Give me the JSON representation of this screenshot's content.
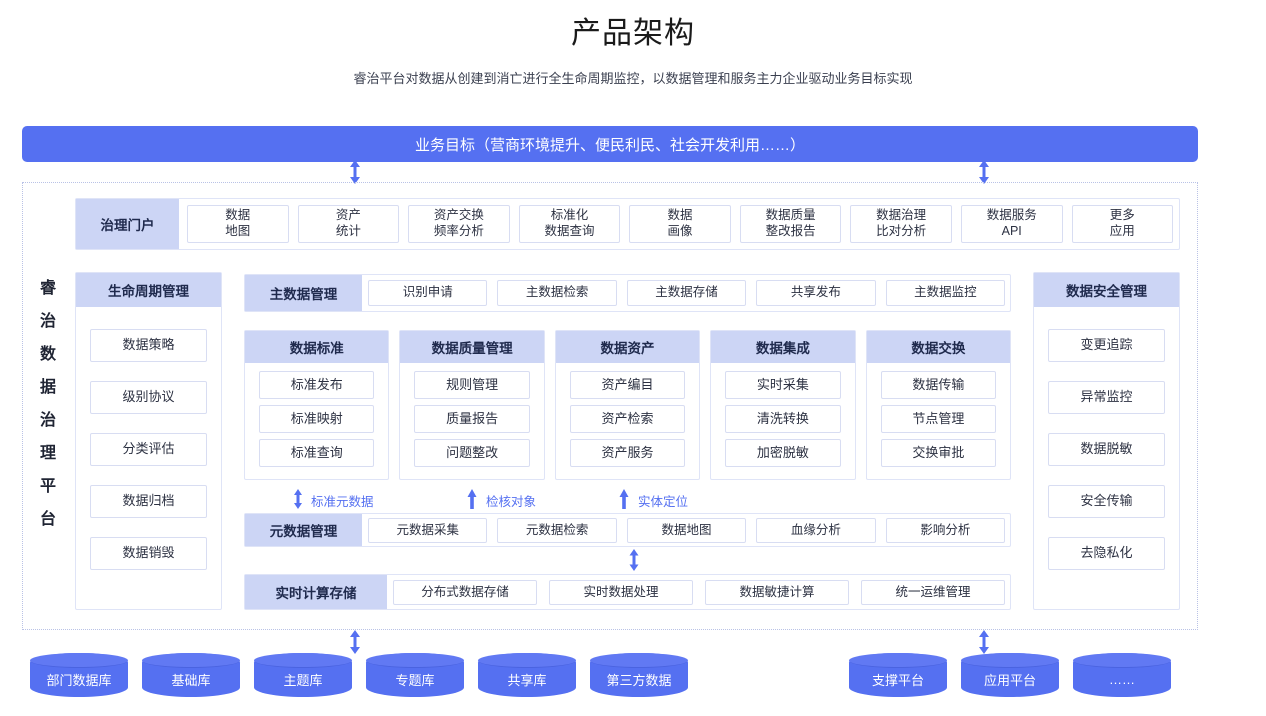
{
  "header": {
    "title": "产品架构",
    "subtitle": "睿治平台对数据从创建到消亡进行全生命周期监控，以数据管理和服务主力企业驱动业务目标实现"
  },
  "goal_bar": {
    "label": "业务目标（营商环境提升、便民利民、社会开发利用……）"
  },
  "platform_label": {
    "chars": [
      "睿",
      "治",
      "数",
      "据",
      "治",
      "理",
      "平",
      "台"
    ]
  },
  "portal_row": {
    "header": "治理门户",
    "items": [
      "数据\n地图",
      "资产\n统计",
      "资产交换\n频率分析",
      "标准化\n数据查询",
      "数据\n画像",
      "数据质量\n整改报告",
      "数据治理\n比对分析",
      "数据服务\nAPI",
      "更多\n应用"
    ]
  },
  "lifecycle": {
    "header": "生命周期管理",
    "items": [
      "数据策略",
      "级别协议",
      "分类评估",
      "数据归档",
      "数据销毁"
    ]
  },
  "security": {
    "header": "数据安全管理",
    "items": [
      "变更追踪",
      "异常监控",
      "数据脱敏",
      "安全传输",
      "去隐私化"
    ]
  },
  "master_data": {
    "header": "主数据管理",
    "items": [
      "识别申请",
      "主数据检索",
      "主数据存储",
      "共享发布",
      "主数据监控"
    ]
  },
  "domain_columns": [
    {
      "header": "数据标准",
      "items": [
        "标准发布",
        "标准映射",
        "标准查询"
      ]
    },
    {
      "header": "数据质量管理",
      "items": [
        "规则管理",
        "质量报告",
        "问题整改"
      ]
    },
    {
      "header": "数据资产",
      "items": [
        "资产编目",
        "资产检索",
        "资产服务"
      ]
    },
    {
      "header": "数据集成",
      "items": [
        "实时采集",
        "清洗转换",
        "加密脱敏"
      ]
    },
    {
      "header": "数据交换",
      "items": [
        "数据传输",
        "节点管理",
        "交换审批"
      ]
    }
  ],
  "flow_labels": [
    {
      "text": "标准元数据",
      "icon": "double-arrow-icon"
    },
    {
      "text": "检核对象",
      "icon": "up-arrow-icon"
    },
    {
      "text": "实体定位",
      "icon": "up-arrow-icon"
    }
  ],
  "metadata": {
    "header": "元数据管理",
    "items": [
      "元数据采集",
      "元数据检索",
      "数据地图",
      "血缘分析",
      "影响分析"
    ]
  },
  "realtime": {
    "header": "实时计算存储",
    "items": [
      "分布式数据存储",
      "实时数据处理",
      "数据敏捷计算",
      "统一运维管理"
    ]
  },
  "storage_left": {
    "items": [
      "部门数据库",
      "基础库",
      "主题库",
      "专题库",
      "共享库",
      "第三方数据"
    ]
  },
  "storage_right": {
    "items": [
      "支撑平台",
      "应用平台",
      "……"
    ]
  },
  "colors": {
    "primary_blue": "#5570f1",
    "header_light_blue": "#ccd5f5",
    "cell_border": "#d8ddf2",
    "dotted_border": "#b9c2e6",
    "text_dark": "#262b3d"
  }
}
